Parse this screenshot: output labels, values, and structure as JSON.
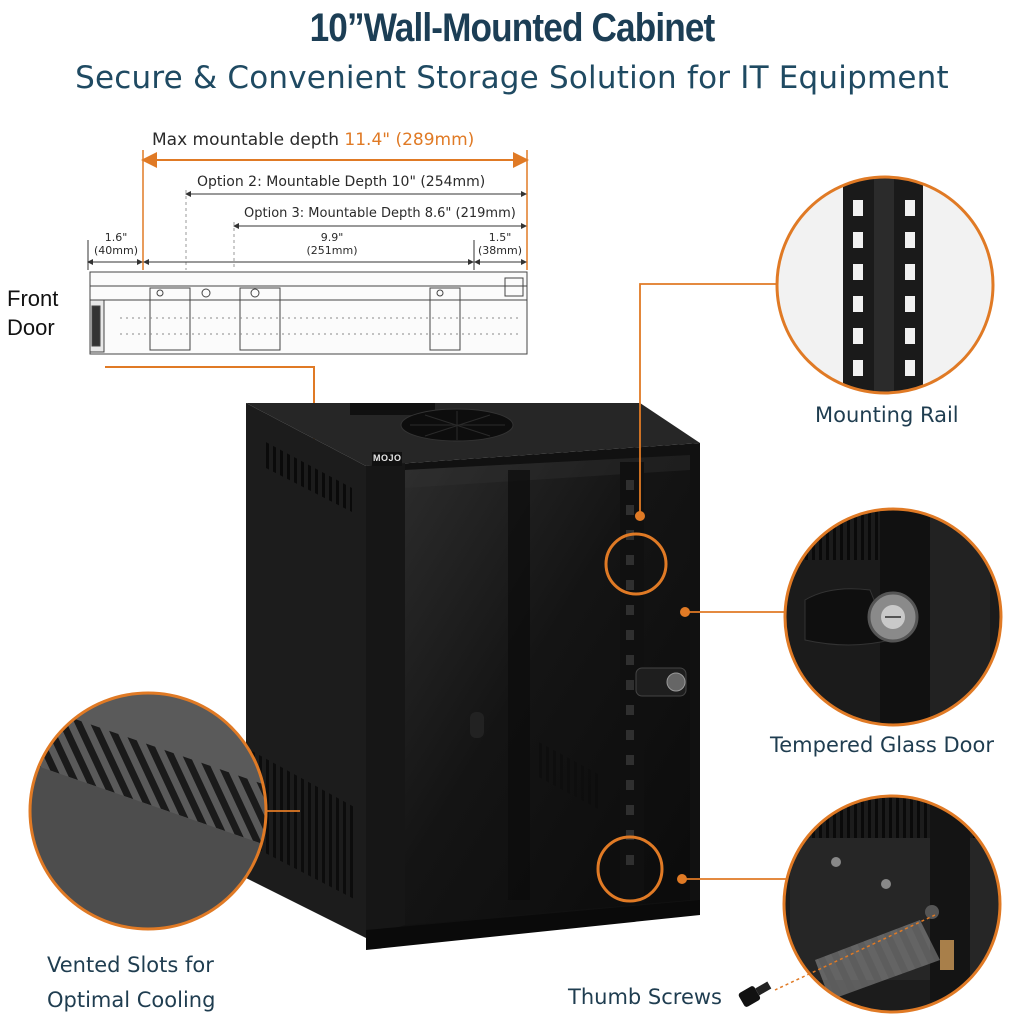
{
  "header": {
    "title": "10”Wall-Mounted Cabinet",
    "subtitle": "Secure & Convenient Storage Solution for IT Equipment"
  },
  "dimensions": {
    "max_label": "Max mountable depth",
    "max_value": "11.4\" (289mm)",
    "option2": "Option 2: Mountable Depth 10\" (254mm)",
    "option3": "Option 3: Mountable Depth 8.6\" (219mm)",
    "left_in": "1.6\"",
    "left_mm": "(40mm)",
    "mid_in": "9.9\"",
    "mid_mm": "(251mm)",
    "right_in": "1.5\"",
    "right_mm": "(38mm)"
  },
  "labels": {
    "front_door_1": "Front",
    "front_door_2": "Door",
    "mounting_rail": "Mounting Rail",
    "glass_door": "Tempered Glass Door",
    "vented_1": "Vented Slots for",
    "vented_2": "Optimal Cooling",
    "thumb_screws": "Thumb Screws"
  },
  "brand": {
    "logo_text": "MOJO"
  },
  "colors": {
    "accent": "#e07a25",
    "text": "#1f3d50",
    "cabinet": "#151515"
  }
}
